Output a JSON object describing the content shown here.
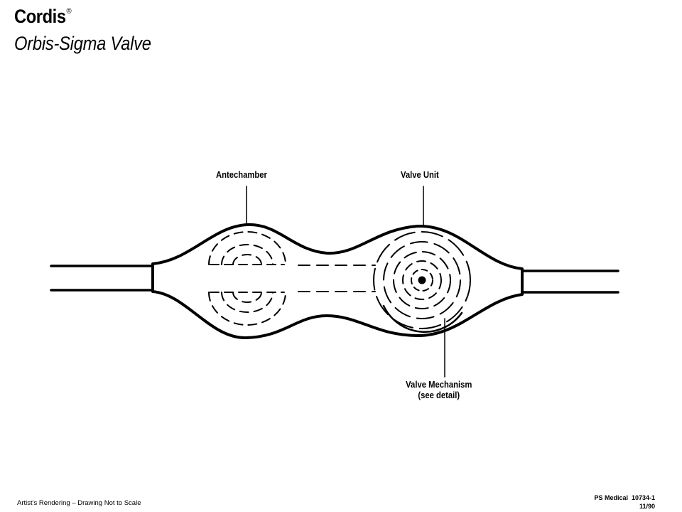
{
  "header": {
    "brand": "Cordis",
    "brand_mark": "®",
    "product": "Orbis-Sigma Valve"
  },
  "labels": {
    "antechamber": "Antechamber",
    "valve_unit": "Valve Unit",
    "valve_mechanism_line1": "Valve Mechanism",
    "valve_mechanism_line2": "(see detail)"
  },
  "footer": {
    "note": "Artist's Rendering – Drawing Not to Scale",
    "code": "PS Medical  10734-1",
    "date": "11/90"
  }
}
